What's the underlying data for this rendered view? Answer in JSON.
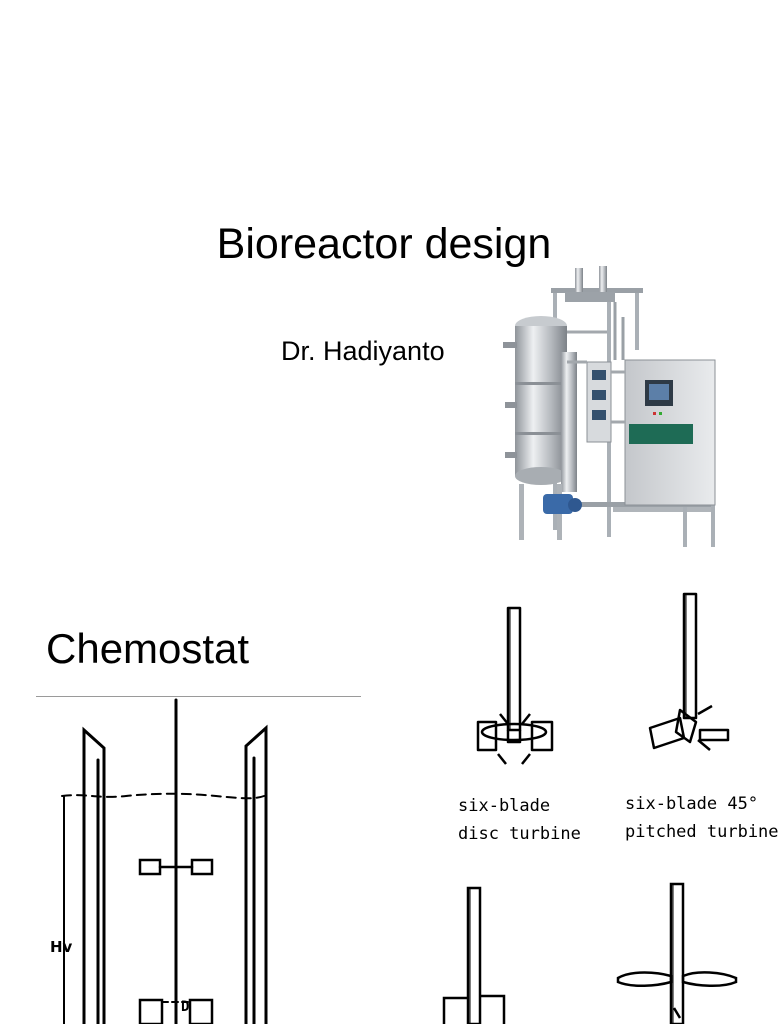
{
  "slide": {
    "title": "Bioreactor design",
    "author": "Dr. Hadiyanto"
  },
  "section2": {
    "title": "Chemostat"
  },
  "diagram": {
    "vessel_label": "Hv",
    "impeller_label": "D",
    "impeller_labels": [
      "six-blade\ndisc turbine",
      "six-blade 45°\npitched turbine"
    ]
  },
  "colors": {
    "steel": "#c9ccd0",
    "panel": "#d8dadd",
    "panel_screen": "#2e3a46",
    "panel_stripe": "#1e6b55"
  }
}
